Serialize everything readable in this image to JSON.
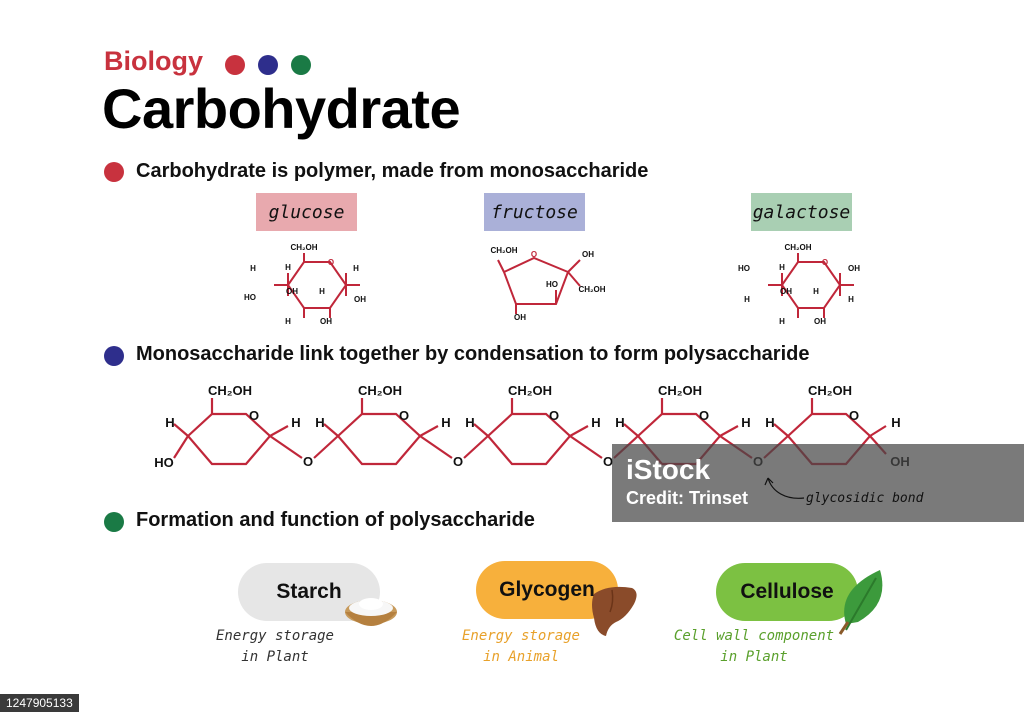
{
  "header": {
    "subject": "Biology",
    "title": "Carbohydrate",
    "dot_colors": [
      "#c8323e",
      "#2e2e8c",
      "#1a7a45"
    ]
  },
  "sections": [
    {
      "bullet_color": "#c8323e",
      "heading": "Carbohydrate is polymer, made from monosaccharide"
    },
    {
      "bullet_color": "#2e2e8c",
      "heading": "Monosaccharide link together by condensation to form polysaccharide"
    },
    {
      "bullet_color": "#1a7a45",
      "heading": "Formation and function of polysaccharide"
    }
  ],
  "monosaccharides": [
    {
      "name": "glucose",
      "color": "#e8a9ae"
    },
    {
      "name": "fructose",
      "color": "#aab0d8"
    },
    {
      "name": "galactose",
      "color": "#a9cfb3"
    }
  ],
  "molecule_labels": {
    "ch2oh": "CH2OH",
    "oh": "OH",
    "ho": "HO",
    "h": "H",
    "o": "O"
  },
  "polysaccharides": [
    {
      "name": "Starch",
      "color": "#e6e6e6",
      "caption": "Energy storage\nin Plant",
      "caption_color": "#333333",
      "icon": "flour-bowl-icon"
    },
    {
      "name": "Glycogen",
      "color": "#f7b03c",
      "caption": "Energy storage\nin Animal",
      "caption_color": "#e8a12a",
      "icon": "liver-icon"
    },
    {
      "name": "Cellulose",
      "color": "#7cc142",
      "caption": "Cell wall component\nin Plant",
      "caption_color": "#5aa02c",
      "icon": "leaf-icon"
    }
  ],
  "chain": {
    "glycosidic_label": "glycosidic bond",
    "bond_color": "#c0273a"
  },
  "watermark": {
    "logo": "iStock",
    "credit": "Credit: Trinset"
  },
  "stock_id": "1247905133"
}
